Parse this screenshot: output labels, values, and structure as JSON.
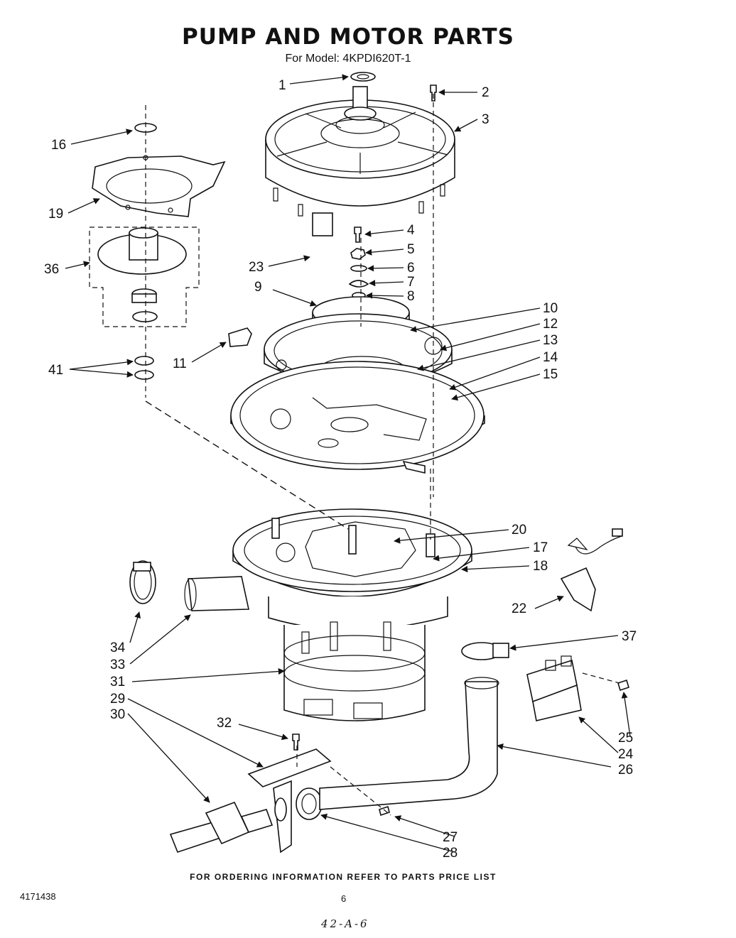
{
  "title": "PUMP AND MOTOR PARTS",
  "subtitle": "For Model: 4KPDI620T-1",
  "footer": "FOR ORDERING INFORMATION REFER TO PARTS PRICE LIST",
  "doc_number": "4171438",
  "page_number": "6",
  "handwritten_note": "42-A-6",
  "callouts": [
    "1",
    "2",
    "3",
    "4",
    "5",
    "6",
    "7",
    "8",
    "9",
    "10",
    "11",
    "12",
    "13",
    "14",
    "15",
    "16",
    "17",
    "18",
    "19",
    "20",
    "22",
    "23",
    "24",
    "25",
    "26",
    "27",
    "28",
    "29",
    "30",
    "31",
    "32",
    "33",
    "34",
    "36",
    "37",
    "41"
  ]
}
